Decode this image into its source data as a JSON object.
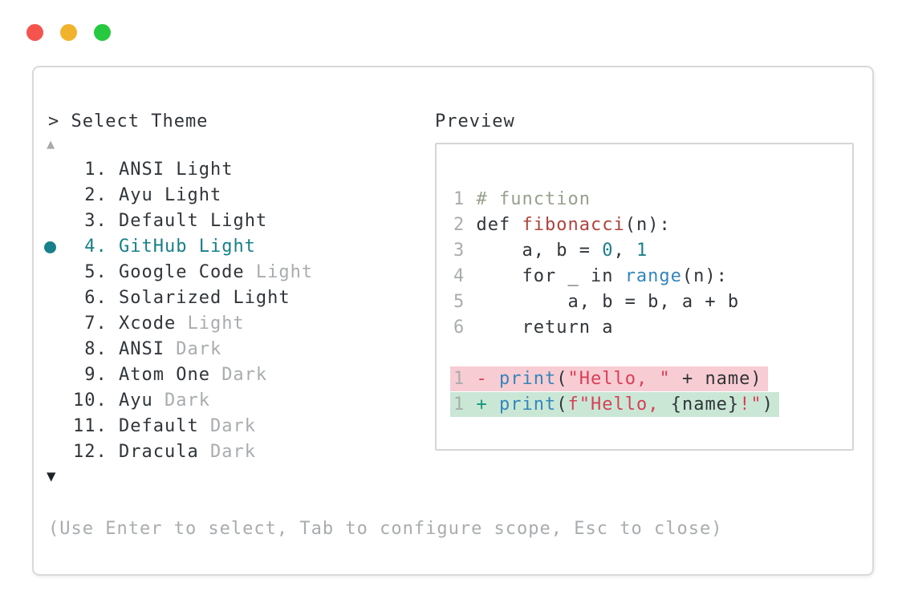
{
  "colors": {
    "traffic_red": "#f4544d",
    "traffic_yellow": "#f2b32c",
    "traffic_green": "#26c940",
    "border": "#d9d9d9",
    "border_light": "#d6d6d6",
    "text_dark": "#303539",
    "text_gray": "#a9acae",
    "accent_teal": "#17808a",
    "comment": "#97a08d",
    "function_red": "#af423c",
    "number_teal": "#1b808a",
    "keyword_blue": "#3386bb",
    "string_red": "#d83f56",
    "plus_green": "#15967c",
    "diff_removed_bg": "#f8ccd3",
    "diff_added_bg": "#cae7d6"
  },
  "window": {
    "controls": [
      "close",
      "minimize",
      "zoom"
    ]
  },
  "selector": {
    "prompt": "> Select Theme",
    "scroll_up_symbol": "▲",
    "scroll_down_symbol": "▼",
    "selected_item": "GitHub Light",
    "items": [
      {
        "number": " 1",
        "name": "ANSI",
        "suffix": "Light",
        "suffix_muted": false,
        "selected": false
      },
      {
        "number": " 2",
        "name": "Ayu",
        "suffix": "Light",
        "suffix_muted": false,
        "selected": false
      },
      {
        "number": " 3",
        "name": "Default",
        "suffix": "Light",
        "suffix_muted": false,
        "selected": false
      },
      {
        "number": " 4",
        "name": "GitHub",
        "suffix": "Light",
        "suffix_muted": false,
        "selected": true
      },
      {
        "number": " 5",
        "name": "Google Code",
        "suffix": "Light",
        "suffix_muted": true,
        "selected": false
      },
      {
        "number": " 6",
        "name": "Solarized",
        "suffix": "Light",
        "suffix_muted": false,
        "selected": false
      },
      {
        "number": " 7",
        "name": "Xcode",
        "suffix": "Light",
        "suffix_muted": true,
        "selected": false
      },
      {
        "number": " 8",
        "name": "ANSI",
        "suffix": "Dark",
        "suffix_muted": true,
        "selected": false
      },
      {
        "number": " 9",
        "name": "Atom One",
        "suffix": "Dark",
        "suffix_muted": true,
        "selected": false
      },
      {
        "number": "10",
        "name": "Ayu",
        "suffix": "Dark",
        "suffix_muted": true,
        "selected": false
      },
      {
        "number": "11",
        "name": "Default",
        "suffix": "Dark",
        "suffix_muted": true,
        "selected": false
      },
      {
        "number": "12",
        "name": "Dracula",
        "suffix": "Dark",
        "suffix_muted": true,
        "selected": false
      }
    ],
    "help": "(Use Enter to select, Tab to configure scope, Esc to close)"
  },
  "preview": {
    "title": "Preview",
    "lines": [
      {
        "num": "1",
        "bg": null,
        "tokens": [
          {
            "t": "# function",
            "c": "comment"
          }
        ]
      },
      {
        "num": "2",
        "bg": null,
        "tokens": [
          {
            "t": "def ",
            "c": "plain"
          },
          {
            "t": "fibonacci",
            "c": "func"
          },
          {
            "t": "(n):",
            "c": "plain"
          }
        ]
      },
      {
        "num": "3",
        "bg": null,
        "tokens": [
          {
            "t": "    a, b = ",
            "c": "plain"
          },
          {
            "t": "0",
            "c": "number"
          },
          {
            "t": ", ",
            "c": "plain"
          },
          {
            "t": "1",
            "c": "number"
          }
        ]
      },
      {
        "num": "4",
        "bg": null,
        "tokens": [
          {
            "t": "    for _ in ",
            "c": "plain"
          },
          {
            "t": "range",
            "c": "keyword"
          },
          {
            "t": "(n):",
            "c": "plain"
          }
        ]
      },
      {
        "num": "5",
        "bg": null,
        "tokens": [
          {
            "t": "        a, b = b, a + b",
            "c": "plain"
          }
        ]
      },
      {
        "num": "6",
        "bg": null,
        "tokens": [
          {
            "t": "    return a",
            "c": "plain"
          }
        ]
      },
      {
        "num": "",
        "bg": null,
        "tokens": []
      },
      {
        "num": "1",
        "bg": "removed",
        "tokens": [
          {
            "t": "-",
            "c": "minus"
          },
          {
            "t": " ",
            "c": "plain"
          },
          {
            "t": "print",
            "c": "keyword"
          },
          {
            "t": "(",
            "c": "plain"
          },
          {
            "t": "\"Hello, \"",
            "c": "string"
          },
          {
            "t": " + name)",
            "c": "plain"
          }
        ]
      },
      {
        "num": "1",
        "bg": "added",
        "tokens": [
          {
            "t": "+",
            "c": "plus"
          },
          {
            "t": " ",
            "c": "plain"
          },
          {
            "t": "print",
            "c": "keyword"
          },
          {
            "t": "(",
            "c": "plain"
          },
          {
            "t": "f\"Hello, ",
            "c": "string"
          },
          {
            "t": "{name}",
            "c": "plain"
          },
          {
            "t": "!\"",
            "c": "string"
          },
          {
            "t": ")",
            "c": "plain"
          }
        ]
      }
    ]
  }
}
